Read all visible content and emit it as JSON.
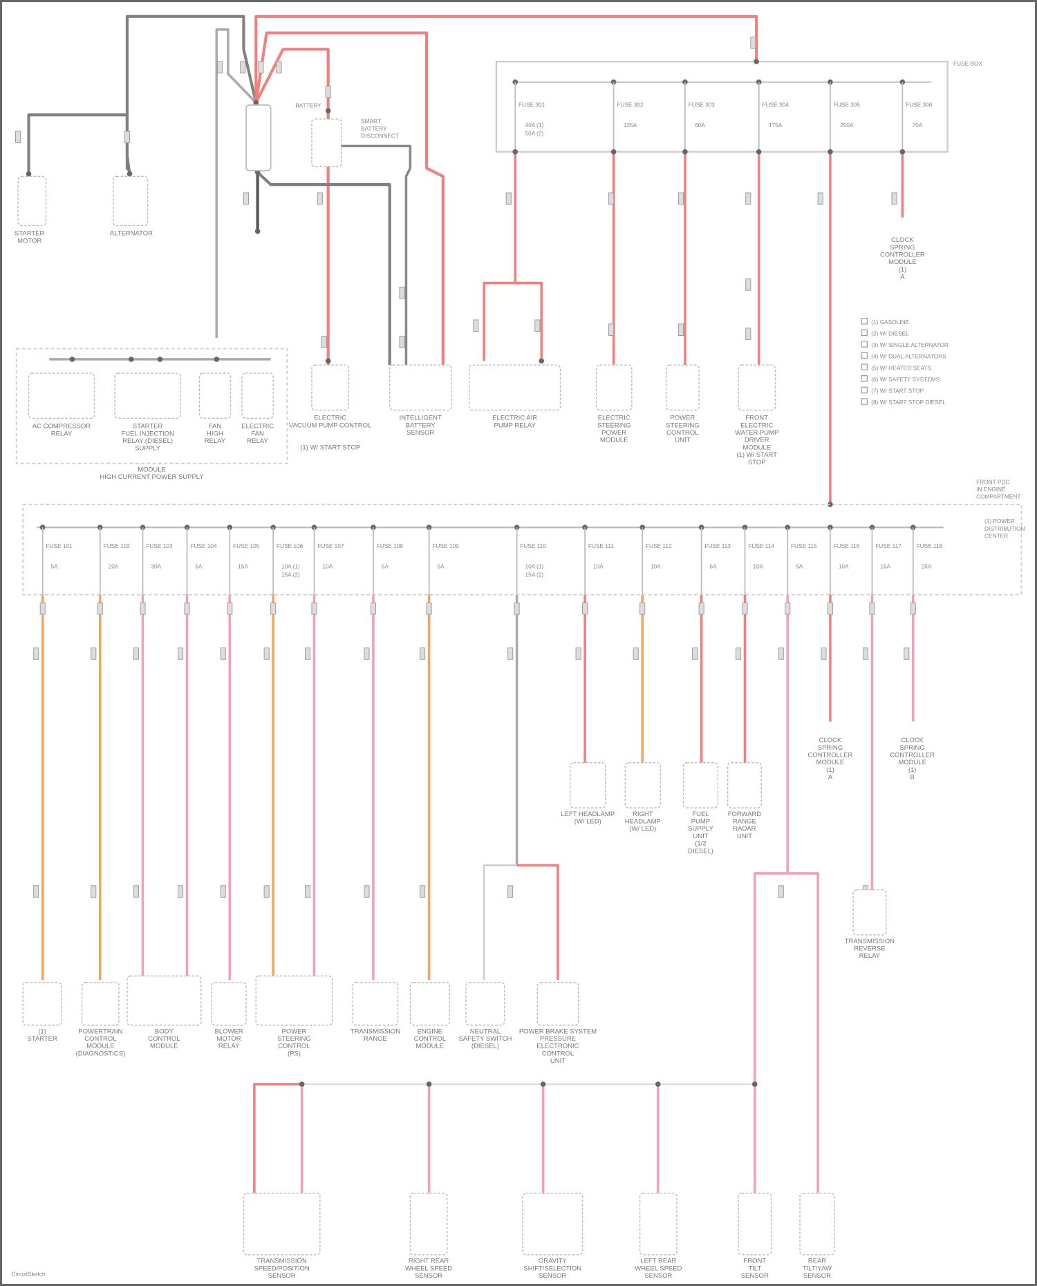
{
  "colors": {
    "battery_feed": "#f08080",
    "ground": "#808080",
    "ignition": "#f4a460",
    "accessory": "#f0a0b8",
    "frame": "#666666"
  },
  "top": {
    "starter": [
      "STARTER",
      "MOTOR"
    ],
    "alternator": [
      "ALTERNATOR"
    ],
    "battery": [
      "BATTERY"
    ],
    "battery_sensor": [
      "SMART",
      "BATTERY",
      "DISCONNECT"
    ],
    "fuse_block_name": "FUSE BOX",
    "fuses": [
      {
        "name": "FUSE 301",
        "rating": "40A (1)",
        "rating2": "50A (2)"
      },
      {
        "name": "FUSE 302",
        "rating": "125A"
      },
      {
        "name": "FUSE 303",
        "rating": "60A"
      },
      {
        "name": "FUSE 304",
        "rating": "175A"
      },
      {
        "name": "FUSE 305",
        "rating": "250A"
      },
      {
        "name": "FUSE 306",
        "rating": "70A"
      }
    ],
    "relay_group_label": [
      "MODULE",
      "HIGH CURRENT POWER SUPPLY"
    ],
    "relays": [
      {
        "label": [
          "AC COMPRESSOR",
          "RELAY"
        ]
      },
      {
        "label": [
          "STARTER",
          "FUEL INJECTION",
          "RELAY (DIESEL)",
          "SUPPLY"
        ]
      },
      {
        "label": [
          "FAN",
          "HIGH",
          "RELAY"
        ]
      },
      {
        "label": [
          "ELECTRIC",
          "FAN",
          "RELAY"
        ]
      }
    ],
    "components": [
      {
        "label": [
          "ELECTRIC",
          "VACUUM PUMP CONTROL"
        ],
        "note": "(1) W/ START STOP"
      },
      {
        "label": [
          "INTELLIGENT",
          "BATTERY",
          "SENSOR"
        ]
      },
      {
        "label": [
          "ELECTRIC AIR",
          "PUMP RELAY"
        ]
      },
      {
        "label": [
          "ELECTRIC",
          "STEERING",
          "POWER",
          "MODULE"
        ]
      },
      {
        "label": [
          "POWER",
          "STEERING",
          "CONTROL",
          "UNIT"
        ]
      },
      {
        "label": [
          "FRONT",
          "ELECTRIC",
          "WATER PUMP",
          "DRIVER",
          "MODULE",
          "(1) W/ START",
          "STOP"
        ]
      }
    ],
    "clock_spring": [
      "CLOCK",
      "SPRING",
      "CONTROLLER",
      "MODULE",
      "(1)",
      "A"
    ],
    "legend": [
      "(1) GASOLINE",
      "(2) W/ DIESEL",
      "(3) W/ SINGLE ALTERNATOR",
      "(4) W/ DUAL ALTERNATORS",
      "(5) W/ HEATED SEATS",
      "(6) W/ SAFETY SYSTEMS",
      "(7) W/ START STOP",
      "(8) W/ START STOP DIESEL"
    ]
  },
  "middle": {
    "block_name": [
      "FRONT PDC",
      "IN ENGINE",
      "COMPARTMENT"
    ],
    "block_note": [
      "(1) POWER",
      "DISTRIBUTION",
      "CENTER"
    ],
    "fuses": [
      {
        "name": "FUSE 101",
        "rating": "5A"
      },
      {
        "name": "FUSE 102",
        "rating": "20A"
      },
      {
        "name": "FUSE 103",
        "rating": "30A"
      },
      {
        "name": "FUSE 104",
        "rating": "5A"
      },
      {
        "name": "FUSE 105",
        "rating": "15A"
      },
      {
        "name": "FUSE 106",
        "rating": "10A (1)",
        "rating2": "15A (2)"
      },
      {
        "name": "FUSE 107",
        "rating": "10A"
      },
      {
        "name": "FUSE 108",
        "rating": "5A"
      },
      {
        "name": "FUSE 109",
        "rating": "5A"
      },
      {
        "name": "FUSE 110",
        "rating": "10A (1)",
        "rating2": "15A (2)"
      },
      {
        "name": "FUSE 111",
        "rating": "10A"
      },
      {
        "name": "FUSE 112",
        "rating": "10A"
      },
      {
        "name": "FUSE 113",
        "rating": "5A"
      },
      {
        "name": "FUSE 114",
        "rating": "10A"
      },
      {
        "name": "FUSE 115",
        "rating": "5A"
      },
      {
        "name": "FUSE 116",
        "rating": "10A"
      },
      {
        "name": "FUSE 117",
        "rating": "15A"
      },
      {
        "name": "FUSE 118",
        "rating": "25A"
      }
    ],
    "components": [
      {
        "label": [
          "(1)",
          "STARTER"
        ]
      },
      {
        "label": [
          "POWERTRAIN",
          "CONTROL",
          "MODULE",
          "(DIAGNOSTICS)"
        ]
      },
      {
        "label": [
          "BODY",
          "CONTROL",
          "MODULE"
        ]
      },
      {
        "label": [
          "BLOWER",
          "MOTOR",
          "RELAY"
        ]
      },
      {
        "label": [
          "POWER",
          "STEERING",
          "CONTROL",
          "(PS)"
        ]
      },
      {
        "label": [
          "TRANSMISSION",
          "RANGE"
        ]
      },
      {
        "label": [
          "ENGINE",
          "CONTROL",
          "MODULE"
        ]
      },
      {
        "label": [
          "NEUTRAL",
          "SAFETY SWITCH",
          "(DIESEL)"
        ]
      },
      {
        "label": [
          "POWER BRAKE SYSTEM",
          "PRESSURE",
          "ELECTRONIC",
          "CONTROL",
          "UNIT"
        ]
      },
      {
        "label": [
          "LEFT HEADLAMP",
          "(W/ LED)"
        ]
      },
      {
        "label": [
          "RIGHT",
          "HEADLAMP",
          "(W/ LED)"
        ]
      },
      {
        "label": [
          "FUEL",
          "PUMP",
          "SUPPLY",
          "UNIT",
          "(1/2",
          "DIESEL)"
        ]
      },
      {
        "label": [
          "FORWARD",
          "RANGE",
          "RADAR",
          "UNIT"
        ]
      },
      {
        "label": [
          "CLOCK",
          "SPRING",
          "CONTROLLER",
          "MODULE",
          "(1)",
          "A"
        ]
      },
      {
        "label": [
          "TRANSMISSION",
          "REVERSE",
          "RELAY"
        ]
      },
      {
        "label": [
          "CLOCK",
          "SPRING",
          "CONTROLLER",
          "MODULE",
          "(1)",
          "B"
        ]
      }
    ]
  },
  "bottom": {
    "components": [
      {
        "label": [
          "TRANSMISSION",
          "SPEED/POSITION",
          "SENSOR"
        ]
      },
      {
        "label": [
          "RIGHT REAR",
          "WHEEL SPEED",
          "SENSOR"
        ]
      },
      {
        "label": [
          "GRAVITY",
          "SHIFT/SELECTION",
          "SENSOR"
        ]
      },
      {
        "label": [
          "LEFT REAR",
          "WHEEL SPEED",
          "SENSOR"
        ]
      },
      {
        "label": [
          "FRONT",
          "TILT",
          "SENSOR"
        ]
      },
      {
        "label": [
          "REAR",
          "TILT/YAW",
          "SENSOR"
        ]
      }
    ]
  },
  "footer": "CircuitSketch"
}
